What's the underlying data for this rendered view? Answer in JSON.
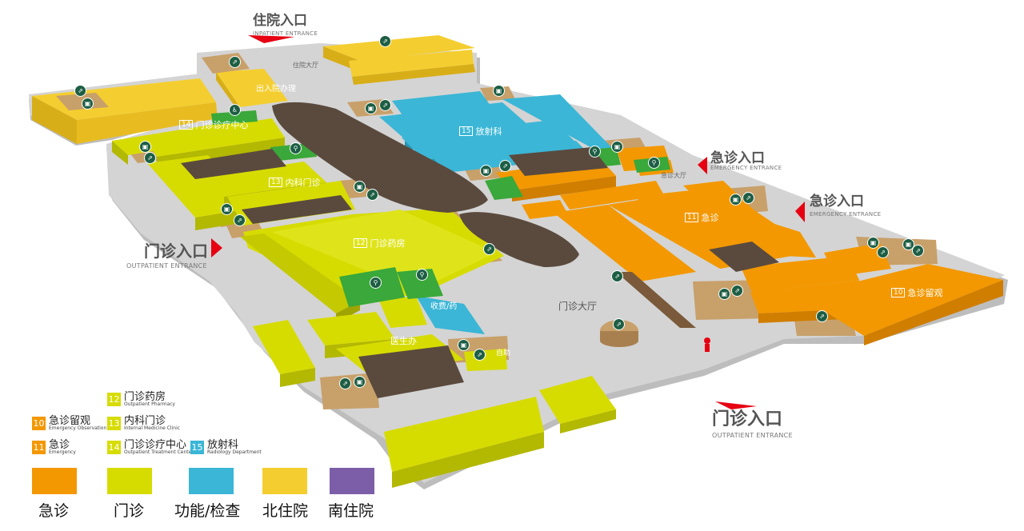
{
  "entrances": {
    "inpatient": {
      "cn": "住院入口",
      "en": "INPATIENT ENTRANCE"
    },
    "emergency1": {
      "cn": "急诊入口",
      "en": "EMERGENCY ENTRANCE"
    },
    "emergency2": {
      "cn": "急诊入口",
      "en": "EMERGENCY ENTRANCE"
    },
    "outpatient_left": {
      "cn": "门诊入口",
      "en": "OUTPATIENT ENTRANCE"
    },
    "outpatient_bottom": {
      "cn": "门诊入口",
      "en": "OUTPATIENT ENTRANCE"
    }
  },
  "map_labels": {
    "inpatient_hall": "住院大厅",
    "admission": "出入院办理",
    "emerg_hall": "急诊大厅",
    "outpatient_hall": "门诊大厅",
    "payment": "收费/药",
    "doctor_office": "医生办",
    "self_service": "自助",
    "dept_14": "门诊诊疗中心",
    "dept_13": "内科门诊",
    "dept_12": "门诊药房",
    "dept_15": "放射科",
    "dept_11": "急诊",
    "dept_10": "急诊留观",
    "lbl_12": "12",
    "lbl_13": "13",
    "lbl_14": "14",
    "lbl_15": "15",
    "lbl_11": "11",
    "lbl_10": "10"
  },
  "legend_depts": [
    {
      "num": "12",
      "cn": "门诊药房",
      "en": "Outpatient Pharmacy",
      "color": "#d7dc00"
    },
    {
      "num": "10",
      "cn": "急诊留观",
      "en": "Emergency Observation",
      "color": "#f39800"
    },
    {
      "num": "13",
      "cn": "内科门诊",
      "en": "Internal Medicine Clinic",
      "color": "#d7dc00"
    },
    {
      "num": "11",
      "cn": "急诊",
      "en": "Emergency",
      "color": "#f39800"
    },
    {
      "num": "14",
      "cn": "门诊诊疗中心",
      "en": "Outpatient Treatment Center",
      "color": "#d7dc00"
    },
    {
      "num": "15",
      "cn": "放射科",
      "en": "Radiology Department",
      "color": "#3bb6d6"
    }
  ],
  "legend_colors": [
    {
      "label": "急诊",
      "color": "#f39800"
    },
    {
      "label": "门诊",
      "color": "#d7dc00"
    },
    {
      "label": "功能/检查",
      "color": "#3bb6d6"
    },
    {
      "label": "北住院",
      "color": "#f4ce30"
    },
    {
      "label": "南住院",
      "color": "#7b5ea7"
    }
  ],
  "colors": {
    "floor": "#cfcfcf",
    "emergency": "#f39800",
    "outpatient": "#d7dc00",
    "function": "#3bb6d6",
    "north_inpatient": "#f4ce30",
    "south_inpatient": "#7b5ea7",
    "service": "#c8a06a",
    "dark": "#5a4a3e",
    "green": "#3aa83a",
    "entrance_red": "#e60012"
  }
}
